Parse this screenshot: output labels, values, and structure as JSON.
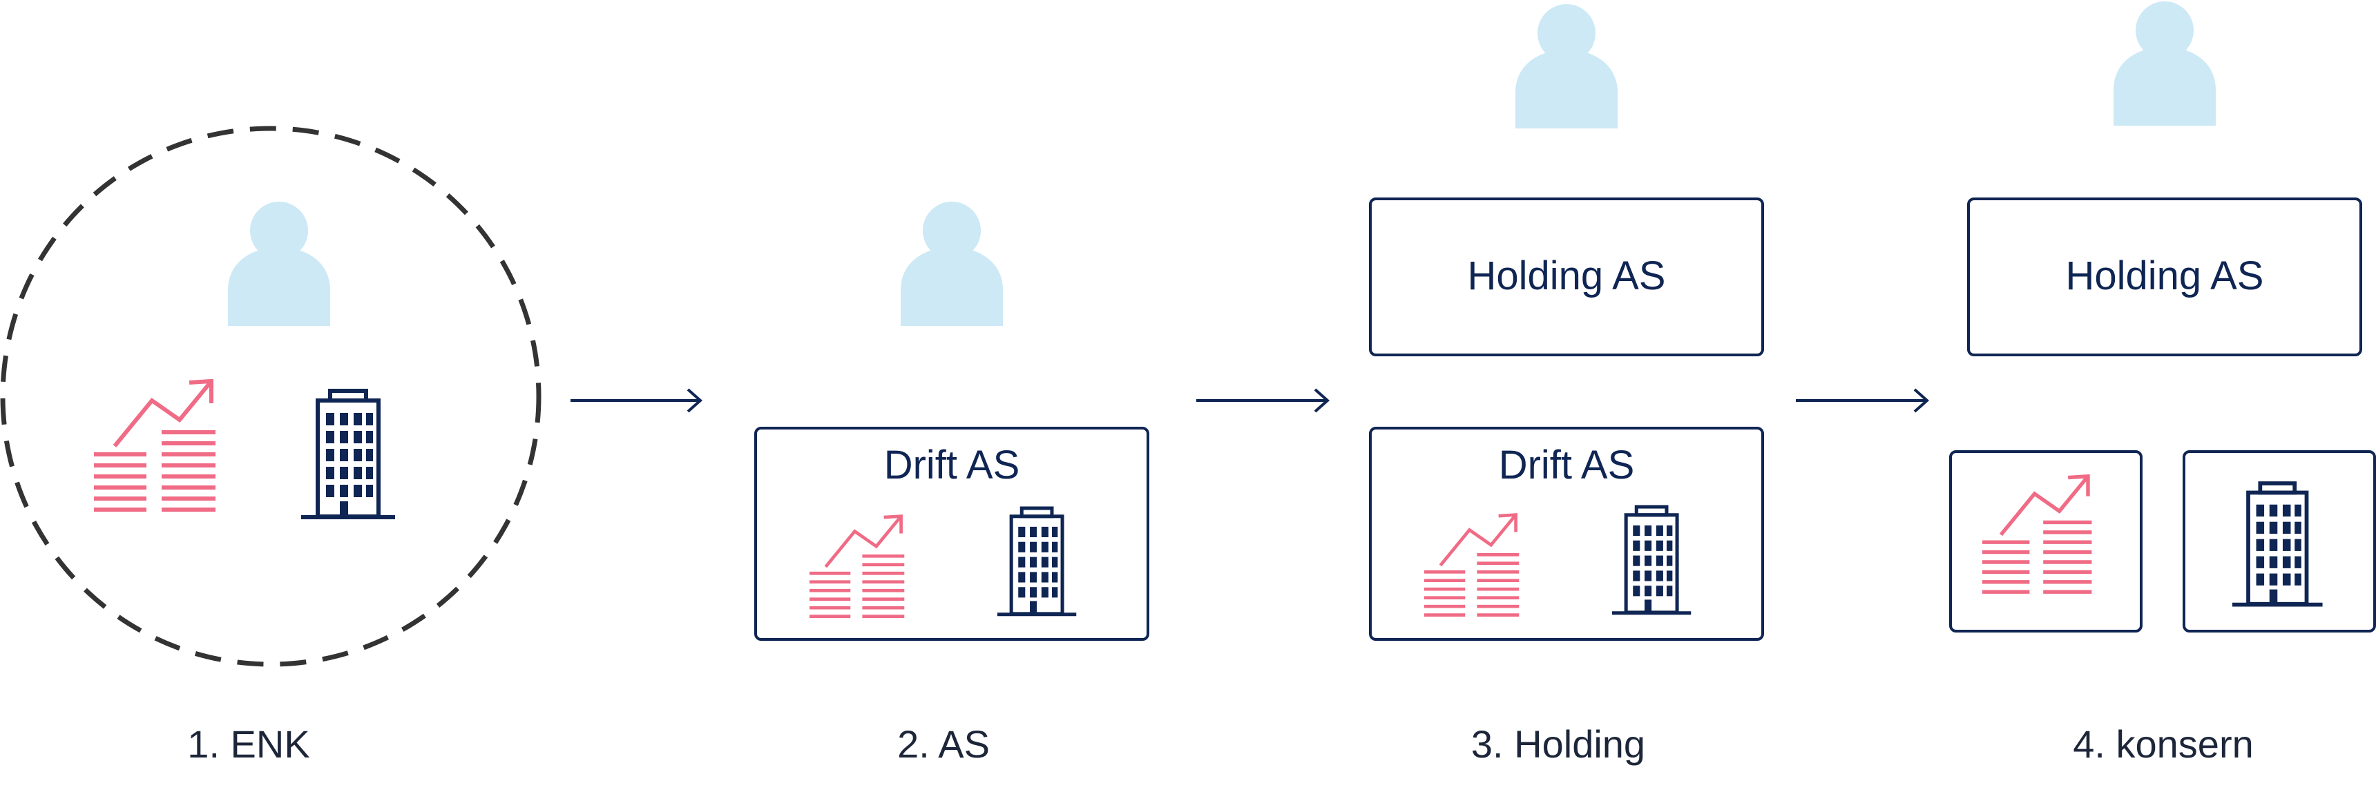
{
  "colors": {
    "person": "#cde9f6",
    "growth": "#f06b85",
    "building": "#0f2553",
    "box_border": "#0f2553",
    "dashed_circle": "#333333",
    "arrow": "#0f2553",
    "label_text": "#1d2639"
  },
  "icons": {
    "person": "person-icon",
    "growth": "growth-chart-icon",
    "building": "office-building-icon",
    "arrow": "arrow-right-icon"
  },
  "stages": [
    {
      "label": "1. ENK"
    },
    {
      "label": "2. AS",
      "drift_title": "Drift AS"
    },
    {
      "label": "3. Holding",
      "holding_title": "Holding AS",
      "drift_title": "Drift AS"
    },
    {
      "label": "4. konsern",
      "holding_title": "Holding AS"
    }
  ]
}
